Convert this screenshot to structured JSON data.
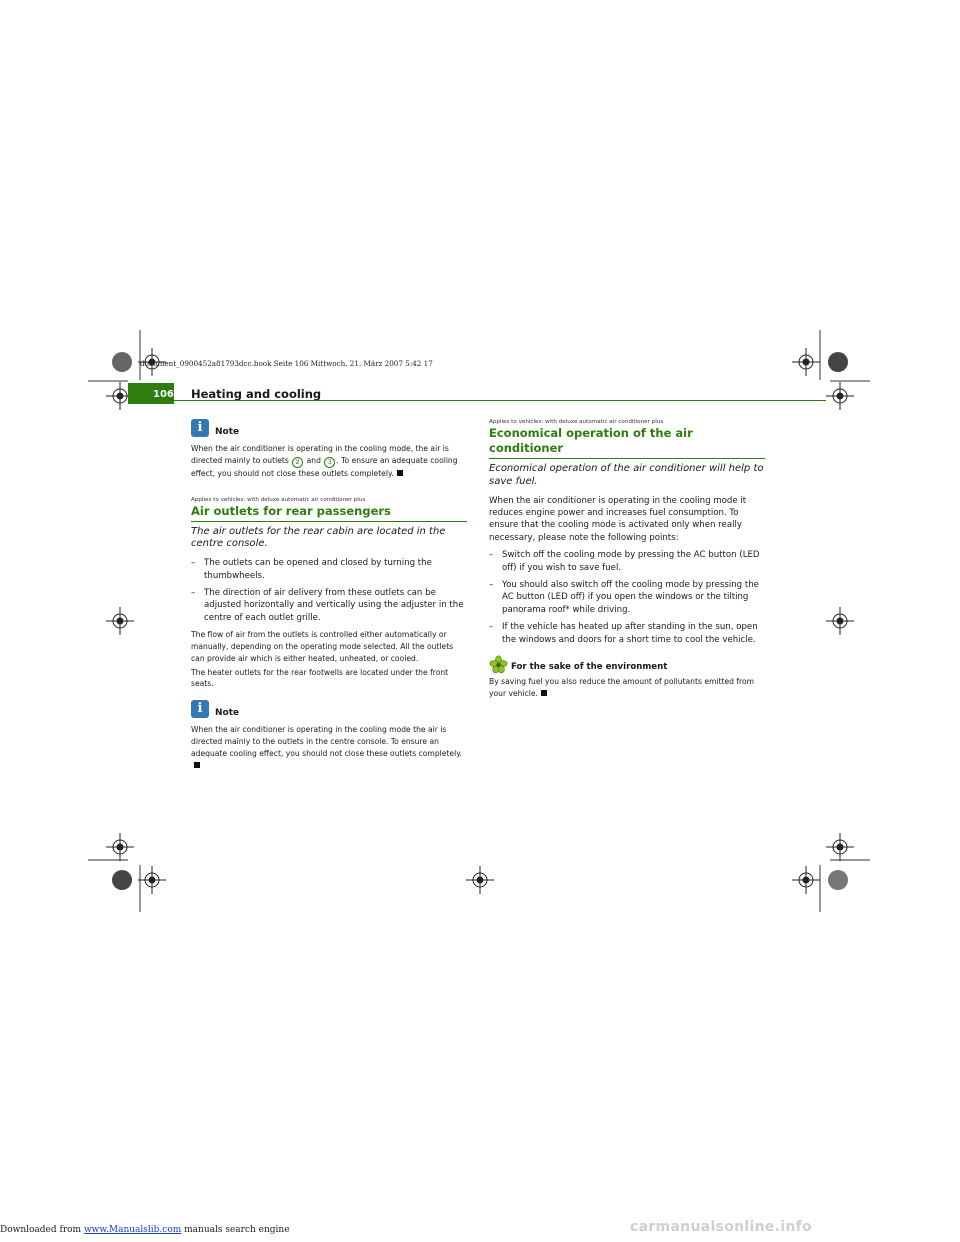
{
  "header": {
    "print_note": "document_0900452a81793dcc.book  Seite 106  Mittwoch, 21. März 2007  5:42 17",
    "page_number": "106",
    "section_title": "Heating and cooling"
  },
  "left": {
    "note1": {
      "label": "Note",
      "text_a": "When the air conditioner is operating in the cooling mode, the air is directed mainly to outlets ",
      "circ1": "2",
      "text_b": " and ",
      "circ2": "3",
      "text_c": ". To ensure an adequate cooling effect, you should not close these outlets completely."
    },
    "applies": "Applies to vehicles: with deluxe automatic air conditioner plus",
    "heading": "Air outlets for rear passengers",
    "intro": "The air outlets for the rear cabin are located in the centre console.",
    "bullets": [
      "The outlets can be opened and closed by turning the thumbwheels.",
      "The direction of air delivery from these outlets can be adjusted horizontally and vertically using the adjuster in the centre of each outlet grille."
    ],
    "para1": "The flow of air from the outlets is controlled either automatically or manually, depending on the operating mode selected. All the outlets can provide air which is either heated, unheated, or cooled.",
    "para2": "The heater outlets for the rear footwells are located under the front seats.",
    "note2": {
      "label": "Note",
      "text": "When the air conditioner is operating in the cooling mode the air is directed mainly to the outlets in the centre console. To ensure an adequate cooling effect, you should not close these outlets completely."
    }
  },
  "right": {
    "applies": "Applies to vehicles: with deluxe automatic air conditioner plus",
    "heading": "Economical operation of the air conditioner",
    "intro": "Economical operation of the air conditioner will help to save fuel.",
    "para": "When the air conditioner is operating in the cooling mode it reduces engine power and increases fuel consumption. To ensure that the cooling mode is activated only when really necessary, please note the following points:",
    "bullets": [
      "Switch off the cooling mode by pressing the AC button (LED off) if you wish to save fuel.",
      "You should also switch off the cooling mode by pressing the AC button (LED off) if you open the windows or the tilting panorama roof* while driving.",
      "If the vehicle has heated up after standing in the sun, open the windows and doors for a short time to cool the vehicle."
    ],
    "env": {
      "label": "For the sake of the environment",
      "text": "By saving fuel you also reduce the amount of pollutants emitted from your vehicle."
    }
  },
  "footer": {
    "prefix": "Downloaded from ",
    "link": "www.Manualslib.com",
    "suffix": " manuals search engine",
    "watermark": "carmanualsonline.info"
  },
  "colors": {
    "accent": "#2f7d0e",
    "note_icon": "#3378b3"
  }
}
